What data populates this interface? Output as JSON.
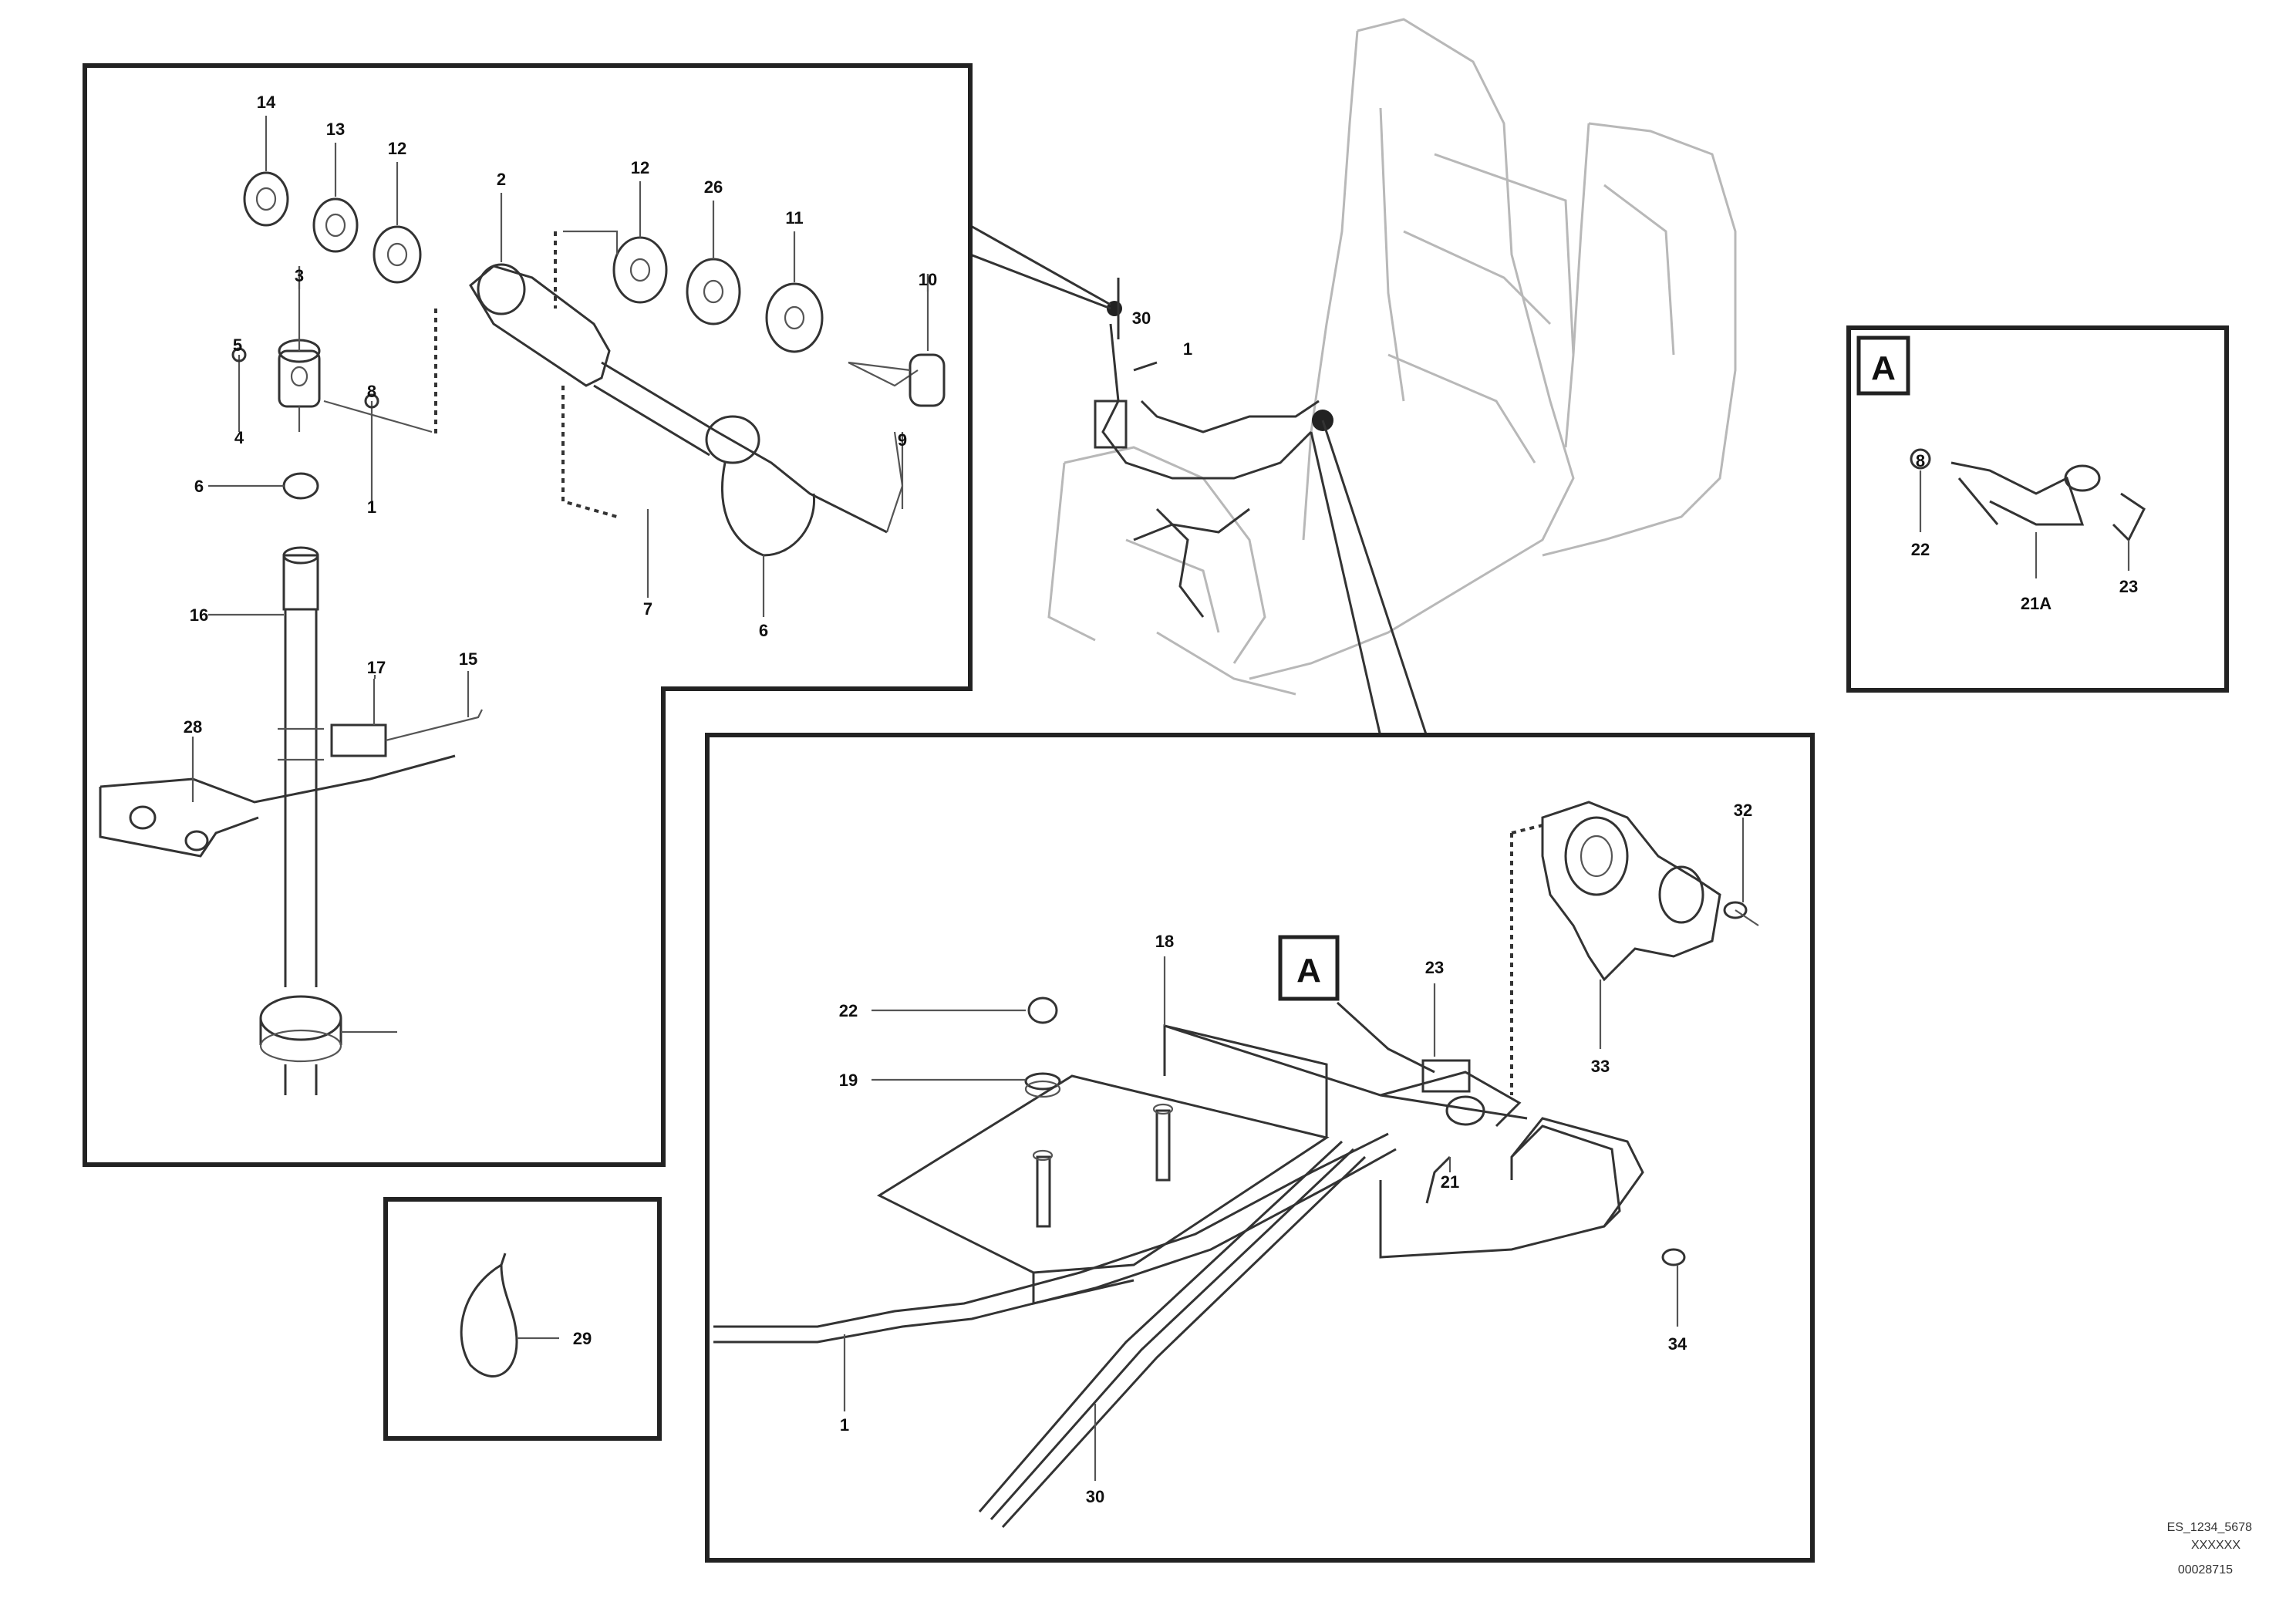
{
  "figure": {
    "detail_tag": "A",
    "drawing_code": "ES_1234_5678",
    "drawing_subcode": "XXXXXX",
    "drawing_number": "00028715"
  },
  "upper_left_detail": {
    "callouts": [
      "14",
      "13",
      "12",
      "2",
      "12",
      "26",
      "11",
      "10",
      "3",
      "5",
      "8",
      "4",
      "9",
      "6",
      "1",
      "7",
      "6",
      "16",
      "17",
      "15",
      "28"
    ]
  },
  "detail_a_box": {
    "callouts": [
      "8",
      "22",
      "21A",
      "23"
    ]
  },
  "strap_box": {
    "callouts": [
      "29"
    ]
  },
  "lower_detail": {
    "callouts": [
      "18",
      "22",
      "19",
      "23",
      "32",
      "21",
      "33",
      "34",
      "1",
      "30"
    ]
  },
  "main_view": {
    "callouts": [
      "30",
      "1"
    ]
  }
}
